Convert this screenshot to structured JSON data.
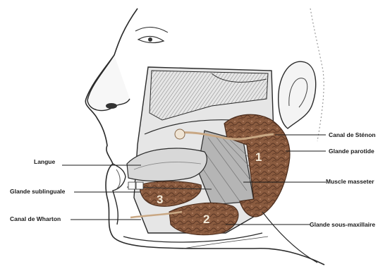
{
  "labels": {
    "langue": "Langue",
    "glande_sublinguale": "Glande sublinguale",
    "canal_wharton": "Canal de Wharton",
    "canal_stenon": "Canal de Sténon",
    "glande_parotide": "Glande parotide",
    "muscle_masseter": "Muscle masseter",
    "glande_sous_maxillaire": "Glande sous-maxillaire"
  },
  "gland_numbers": {
    "parotid": "1",
    "submandibular": "2",
    "sublingual": "3"
  },
  "colors": {
    "gland_fill": "#8a5b3f",
    "gland_dark": "#5a3624",
    "line_art": "#2a2a2a",
    "muscle_gray": "#9a9a9a"
  }
}
